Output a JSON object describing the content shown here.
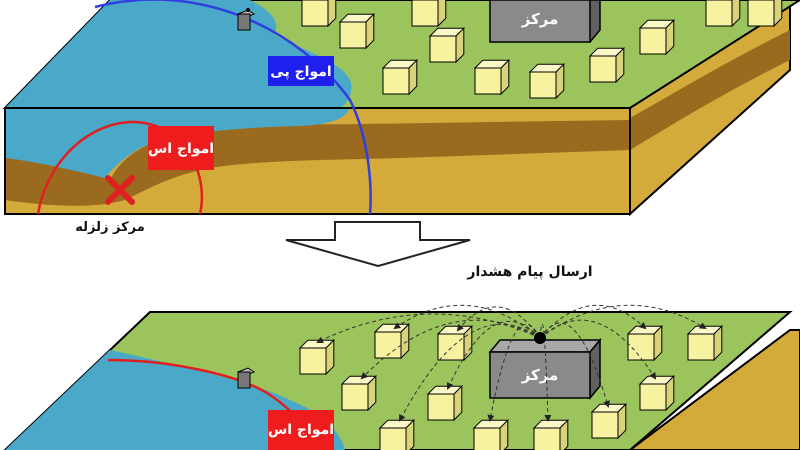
{
  "labels": {
    "center_top": "مرکز",
    "p_waves": "امواج پی",
    "s_waves_top": "امواج اس",
    "epicenter": "مرکز زلزله",
    "warning": "ارسال پیام هشدار",
    "center_bottom": "مرکز",
    "s_waves_bottom": "امواج اس"
  },
  "colors": {
    "land_top": "#9cc45c",
    "sea": "#4aa8c8",
    "soil_dark": "#9a6a1e",
    "soil_light": "#d4aa3a",
    "p_wave": "#3040e0",
    "s_wave": "#e02020",
    "building": "#f6f2a0",
    "center_building": "#8a8a8a"
  }
}
